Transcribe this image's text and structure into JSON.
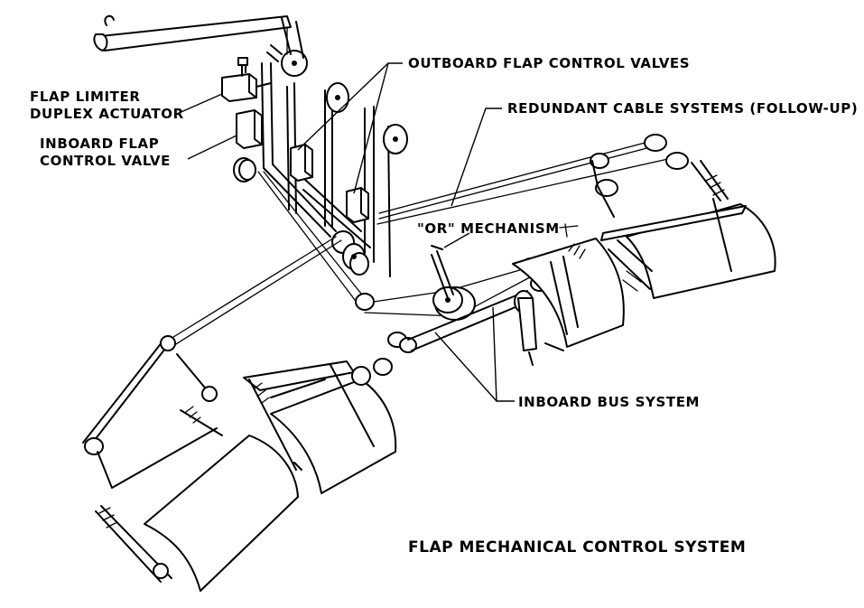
{
  "labels": {
    "flap_limiter_line1": "FLAP LIMITER",
    "flap_limiter_line2": "DUPLEX ACTUATOR",
    "inboard_valve_line1": "INBOARD FLAP",
    "inboard_valve_line2": "CONTROL VALVE",
    "outboard_valves": "OUTBOARD FLAP CONTROL VALVES",
    "redundant_cable": "REDUNDANT CABLE SYSTEMS (FOLLOW-UP)",
    "or_mechanism": "\"OR\" MECHANISM",
    "inboard_bus": "INBOARD BUS SYSTEM"
  },
  "title": "FLAP MECHANICAL CONTROL SYSTEM",
  "colors": {
    "ink": "#000000",
    "paper": "#ffffff"
  }
}
